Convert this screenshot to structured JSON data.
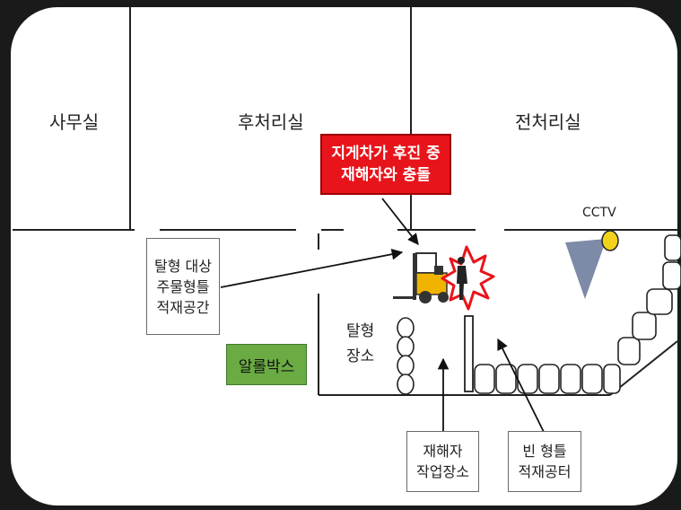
{
  "rooms": {
    "office": "사무실",
    "post_processing": "후처리실",
    "pre_processing": "전처리실"
  },
  "alert": {
    "line1": "지게차가 후진 중",
    "line2": "재해자와 충돌"
  },
  "cctv_label": "CCTV",
  "mold_storage_space": {
    "line1": "탈형 대상",
    "line2": "주물형틀",
    "line3": "적재공간"
  },
  "demolding_area": {
    "line1": "탈형",
    "line2": "장소"
  },
  "aluminum_box": "알롤박스",
  "victim_workplace": {
    "line1": "재해자",
    "line2": "작업장소"
  },
  "empty_mold_storage": {
    "line1": "빈 형틀",
    "line2": "적재공터"
  },
  "colors": {
    "alert_red": "#e8141b",
    "box_green": "#6aab43",
    "cctv_yellow": "#f2d31b",
    "cctv_beam": "#7d8aa8",
    "forklift_yellow": "#f0b400"
  }
}
